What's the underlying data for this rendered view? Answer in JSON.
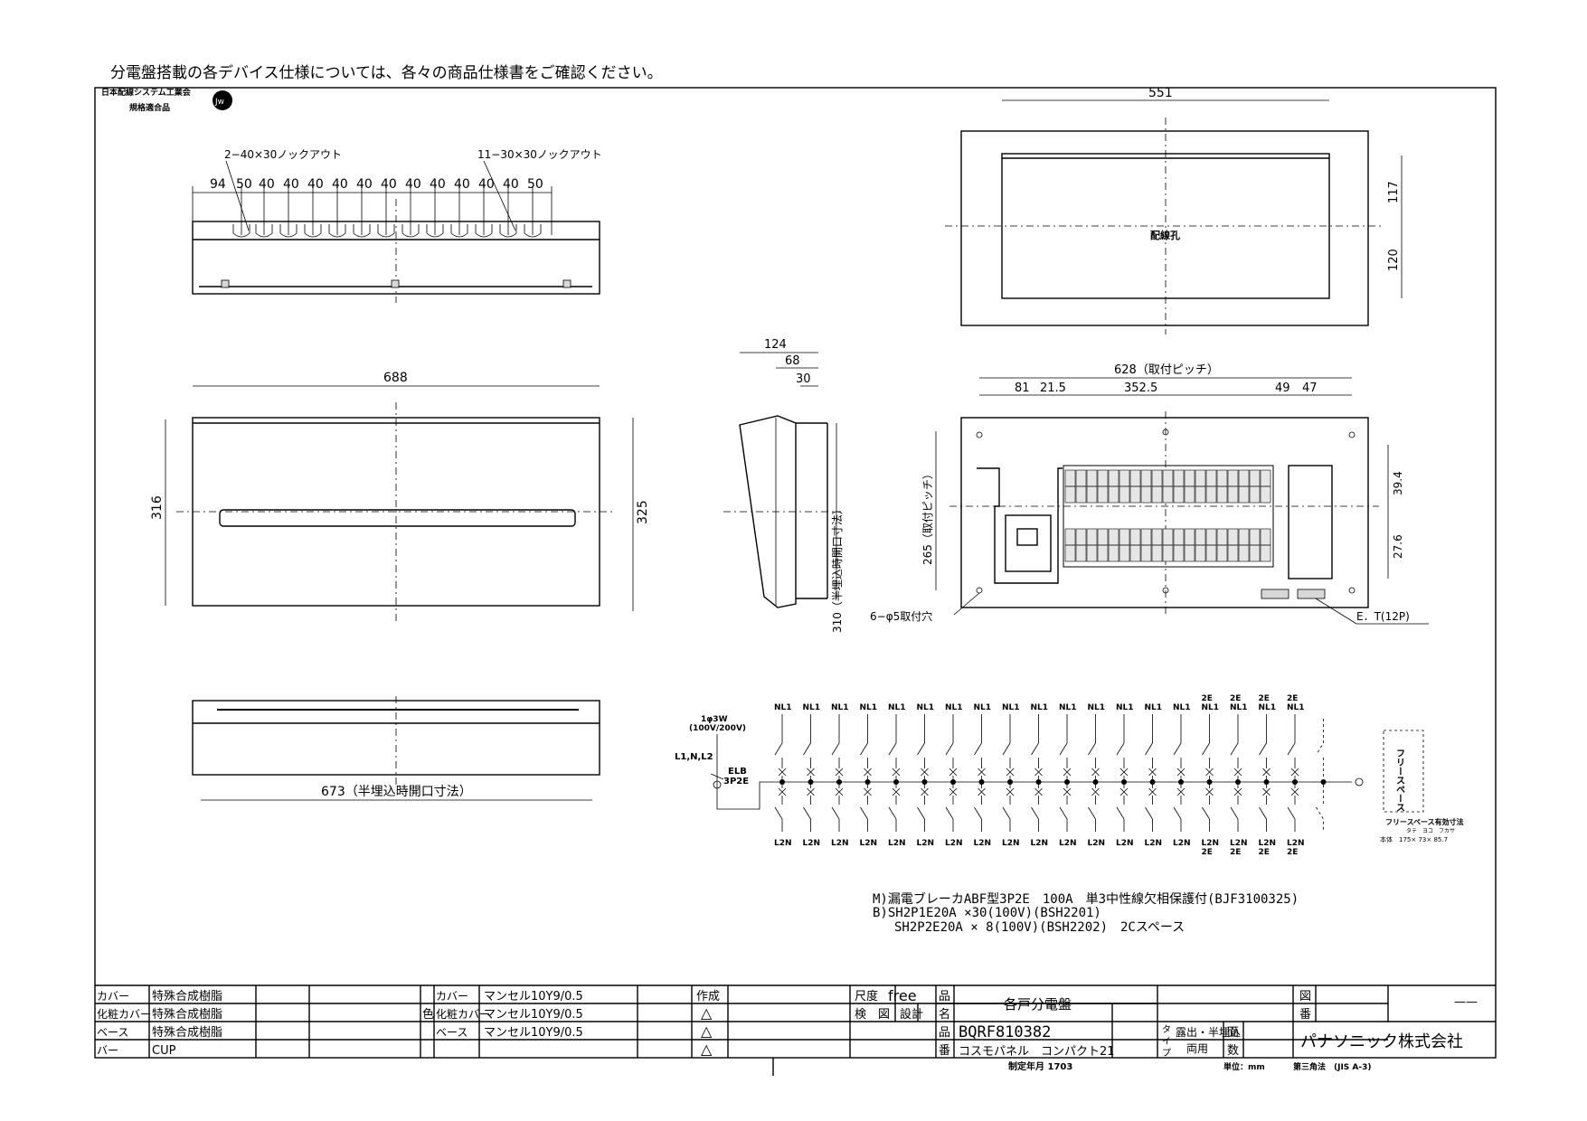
{
  "header": {
    "note": "分電盤搭載の各デバイス仕様については、各々の商品仕様書をご確認ください。",
    "assoc_line1": "日本配線システム工業会",
    "assoc_line2": "規格適合品"
  },
  "knockouts": {
    "left_label": "2−40×30ノックアウト",
    "right_label": "11−30×30ノックアウト",
    "pitches": [
      "94",
      "50",
      "40",
      "40",
      "40",
      "40",
      "40",
      "40",
      "40",
      "40",
      "40",
      "40",
      "40",
      "50"
    ]
  },
  "dims": {
    "front_width": "688",
    "front_height_left": "316",
    "front_height_right": "325",
    "bottom_width": "673（半埋込時開口寸法）",
    "side_total": "124",
    "side_mid": "68",
    "side_small": "30",
    "side_height": "310（半埋込時開口寸法）",
    "rear_width": "551",
    "rear_upper": "117",
    "rear_lower": "120",
    "rear_label": "配線孔",
    "int_pitch": "628（取付ピッチ）",
    "int_81": "81",
    "int_215": "21.5",
    "int_3525": "352.5",
    "int_49": "49",
    "int_47": "47",
    "int_265": "265（取付ピッチ）",
    "int_394": "39.4",
    "int_276": "27.6",
    "holes": "6−φ5取付穴",
    "et": "E．T(12P)"
  },
  "circuit": {
    "supply_1": "1φ3W",
    "supply_2": "(100V/200V)",
    "lines": "L1,N,L2",
    "elb_1": "ELB",
    "elb_2": "3P2E",
    "top_labels": [
      "NL1",
      "NL1",
      "NL1",
      "NL1",
      "NL1",
      "NL1",
      "NL1",
      "NL1",
      "NL1",
      "NL1",
      "NL1",
      "NL1",
      "NL1",
      "NL1",
      "NL1",
      "2E NL1",
      "2E NL1",
      "2E NL1",
      "2E NL1"
    ],
    "bottom_labels": [
      "L2N",
      "L2N",
      "L2N",
      "L2N",
      "L2N",
      "L2N",
      "L2N",
      "L2N",
      "L2N",
      "L2N",
      "L2N",
      "L2N",
      "L2N",
      "L2N",
      "L2N",
      "L2N 2E",
      "L2N 2E",
      "L2N 2E",
      "L2N 2E"
    ],
    "free_space": "フリースペース",
    "free_dims_title": "フリースペース有効寸法",
    "free_dims_head": "タテ　ヨコ　フカサ",
    "free_dims_values": "本体　175× 73× 85.7"
  },
  "spec": {
    "line1": "M)漏電ブレーカABF型3P2E　100A　単3中性線欠相保護付(BJF3100325)",
    "line2": "B)SH2P1E20A ×30(100V)(BSH2201)",
    "line3": "SH2P2E20A × 8(100V)(BSH2202)　2Cスペース"
  },
  "titleblock": {
    "materials": [
      {
        "part": "カバー",
        "mat": "特殊合成樹脂"
      },
      {
        "part": "化粧カバー",
        "mat": "特殊合成樹脂"
      },
      {
        "part": "ベース",
        "mat": "特殊合成樹脂"
      },
      {
        "part": "バー",
        "mat": "CUP"
      }
    ],
    "color_label": "色",
    "colors": [
      {
        "part": "カバー",
        "val": "マンセル10Y9/0.5"
      },
      {
        "part": "化粧カバー",
        "val": "マンセル10Y9/0.5"
      },
      {
        "part": "ベース",
        "val": "マンセル10Y9/0.5"
      }
    ],
    "made": "作成",
    "triangle": "△",
    "scale_label": "尺度",
    "scale_value": "free",
    "check": "検　図",
    "design": "設計",
    "hin": "品",
    "mei": "名",
    "ban": "番",
    "product_name": "各戸分電盤",
    "product_no": "BQRF810382",
    "series": "コスモパネル　コンパクト21",
    "type_1": "タ",
    "type_2": "イ",
    "type_3": "プ",
    "mount_1": "露出・半埋込",
    "mount_2": "両用",
    "face_1": "面",
    "face_2": "数",
    "zu": "図",
    "zuban": "番",
    "company": "パナソニック株式会社",
    "dash": "——",
    "date": "制定年月 1703",
    "unit": "単位：mm",
    "projection": "第三角法　(JIS A-3)"
  }
}
